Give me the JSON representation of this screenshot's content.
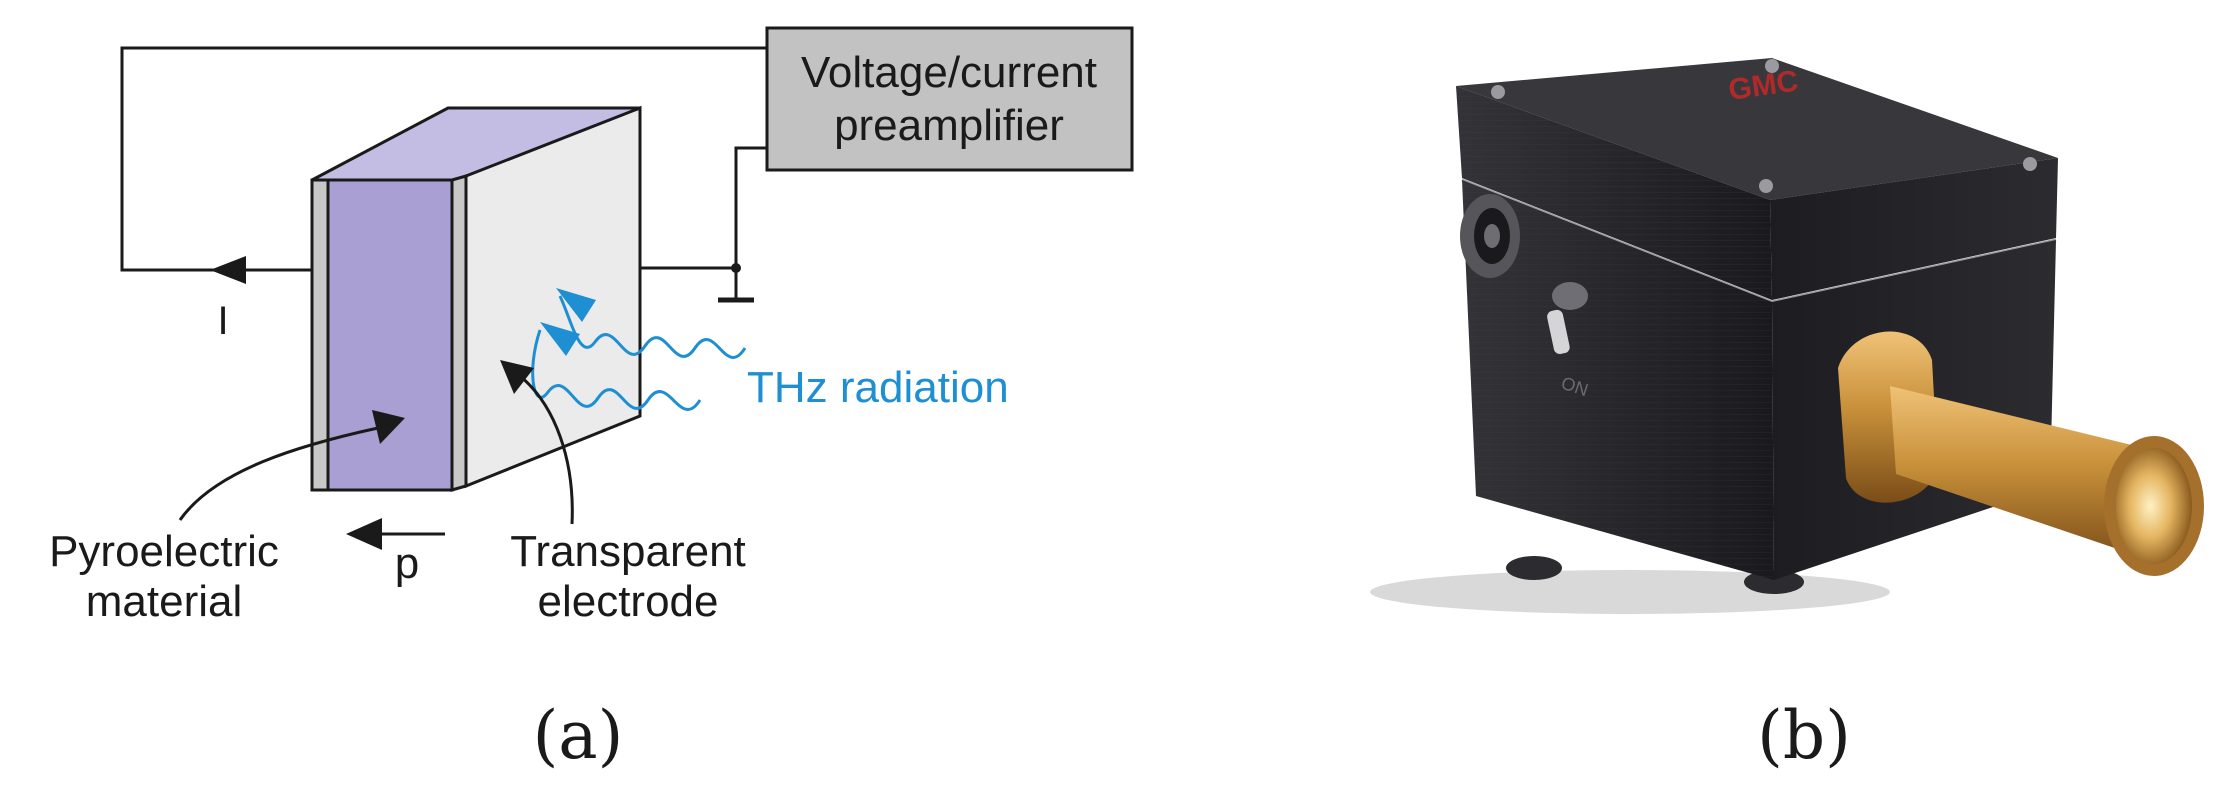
{
  "colors": {
    "background": "#ffffff",
    "line": "#1a1a1a",
    "pyroelectric_fill": "#a99fd3",
    "pyroelectric_top": "#c3bce3",
    "electrode_face": "#ebebeb",
    "electrode_rim": "#c8c8c8",
    "box_fill": "#c2c2c2",
    "thz": "#1e8fd2",
    "device_body": "#2a2a2e",
    "device_top": "#3a3a3f",
    "brass": "#c8903a"
  },
  "panel_a": {
    "preamp_line1": "Voltage/current",
    "preamp_line2": "preamplifier",
    "current_label": "I",
    "thz_label": "THz radiation",
    "pyro_line1": "Pyroelectric",
    "pyro_line2": "material",
    "polarization_label": "p",
    "electrode_line1": "Transparent",
    "electrode_line2": "electrode",
    "caption": "(a)"
  },
  "panel_b": {
    "device_brand": "GMC",
    "switch_label": "ON",
    "caption": "(b)",
    "icons": [
      "connector-icon",
      "toggle-switch-icon",
      "horn-aperture-icon"
    ]
  }
}
